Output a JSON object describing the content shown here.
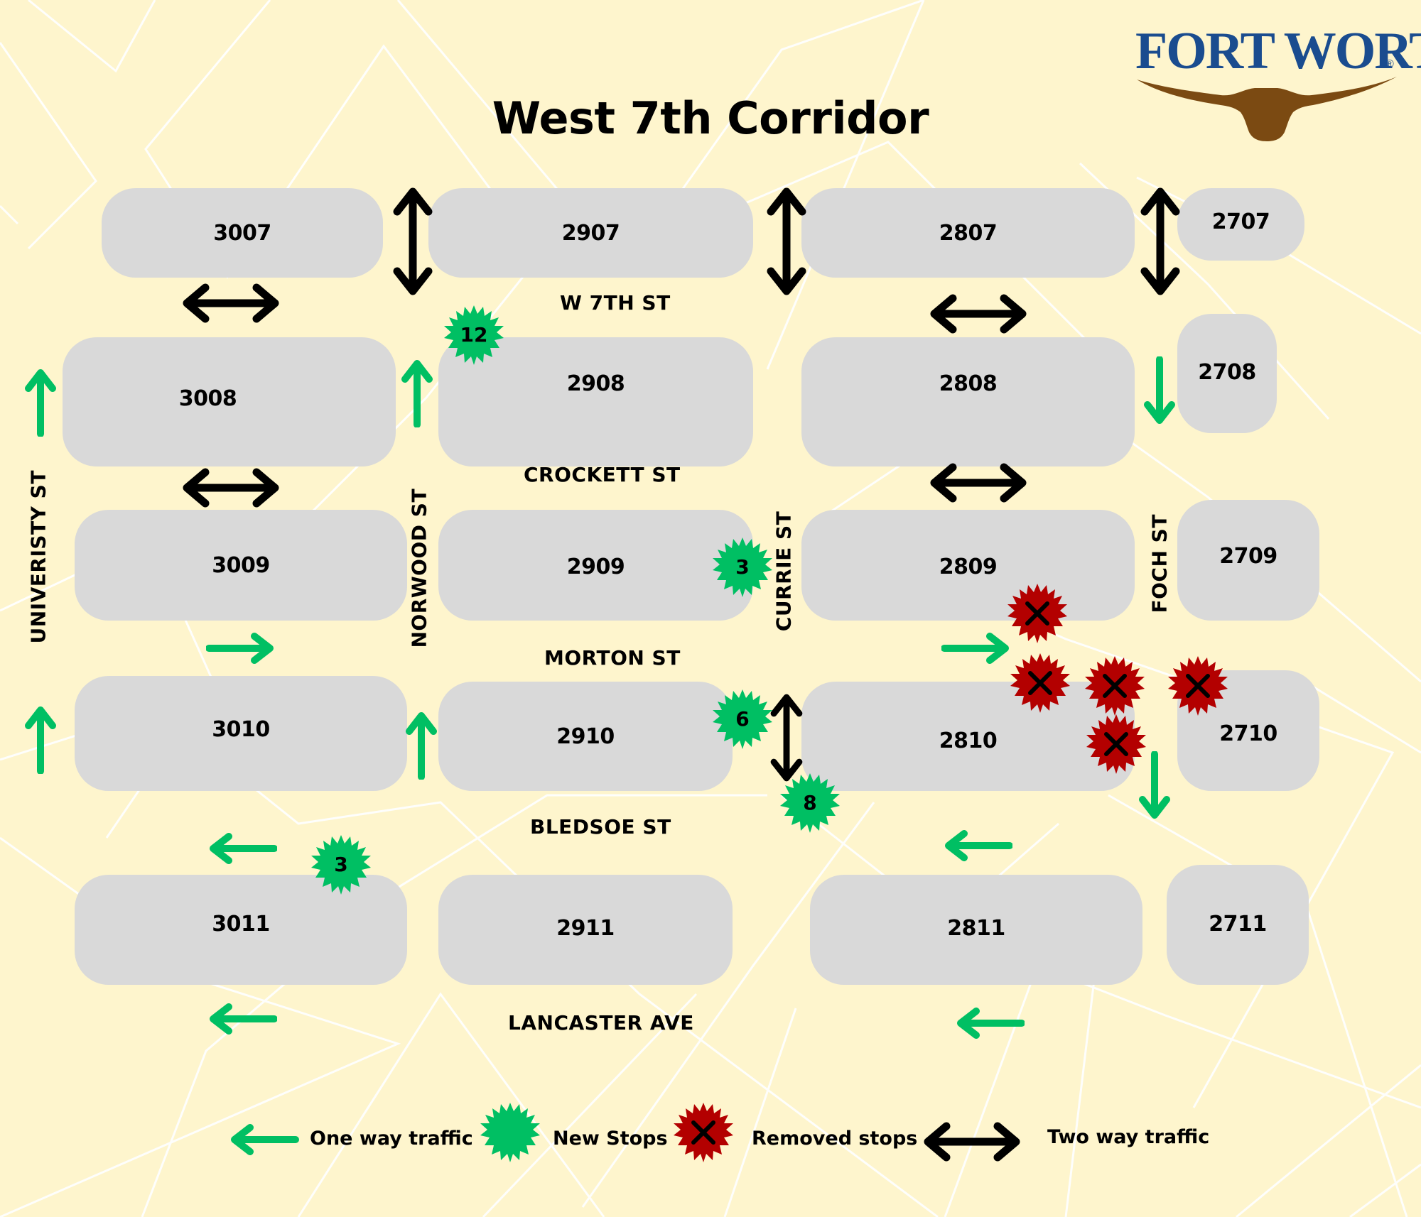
{
  "header": {
    "title": "West 7th Corridor",
    "logo": {
      "text_main": "FORT WORTH",
      "registered": "®",
      "mascot": "longhorn-icon",
      "text_color": "#1a4c8f",
      "mascot_color": "#7b4a12"
    }
  },
  "colors": {
    "background": "#fef5cd",
    "block": "#d9d9d9",
    "one_way_arrow": "#00bf63",
    "new_stop": "#00bf63",
    "removed_stop": "#b30000",
    "two_way_arrow": "#000000"
  },
  "streets": {
    "horizontal": [
      "W 7TH ST",
      "CROCKETT ST",
      "MORTON ST",
      "BLEDSOE ST",
      "LANCASTER AVE"
    ],
    "vertical": [
      "UNIVERISTY ST",
      "NORWOOD ST",
      "CURRIE ST",
      "FOCH ST"
    ]
  },
  "blocks": {
    "b3007": "3007",
    "b2907": "2907",
    "b2807": "2807",
    "b2707": "2707",
    "b3008": "3008",
    "b2908": "2908",
    "b2808": "2808",
    "b2708": "2708",
    "b3009": "3009",
    "b2909": "2909",
    "b2809": "2809",
    "b2709": "2709",
    "b3010": "3010",
    "b2910": "2910",
    "b2810": "2810",
    "b2710": "2710",
    "b3011": "3011",
    "b2911": "2911",
    "b2811": "2811",
    "b2711": "2711"
  },
  "new_stops": [
    {
      "count": "12",
      "location": "Norwood St & W 7th St (2908 corner)"
    },
    {
      "count": "3",
      "location": "Currie St (2909 side)"
    },
    {
      "count": "6",
      "location": "Currie St (2910 side)"
    },
    {
      "count": "8",
      "location": "Currie St & Bledsoe St"
    },
    {
      "count": "3",
      "location": "Bledsoe St (3011 corner)"
    }
  ],
  "removed_stops": [
    {
      "location": "2809 south side"
    },
    {
      "location": "2810 north side"
    },
    {
      "location": "2810 east side"
    },
    {
      "location": "2710 north-west corner"
    }
  ],
  "legend": {
    "one_way": "One way traffic",
    "new_stops": "New Stops",
    "removed_stops": "Removed stops",
    "two_way": "Two way traffic"
  }
}
